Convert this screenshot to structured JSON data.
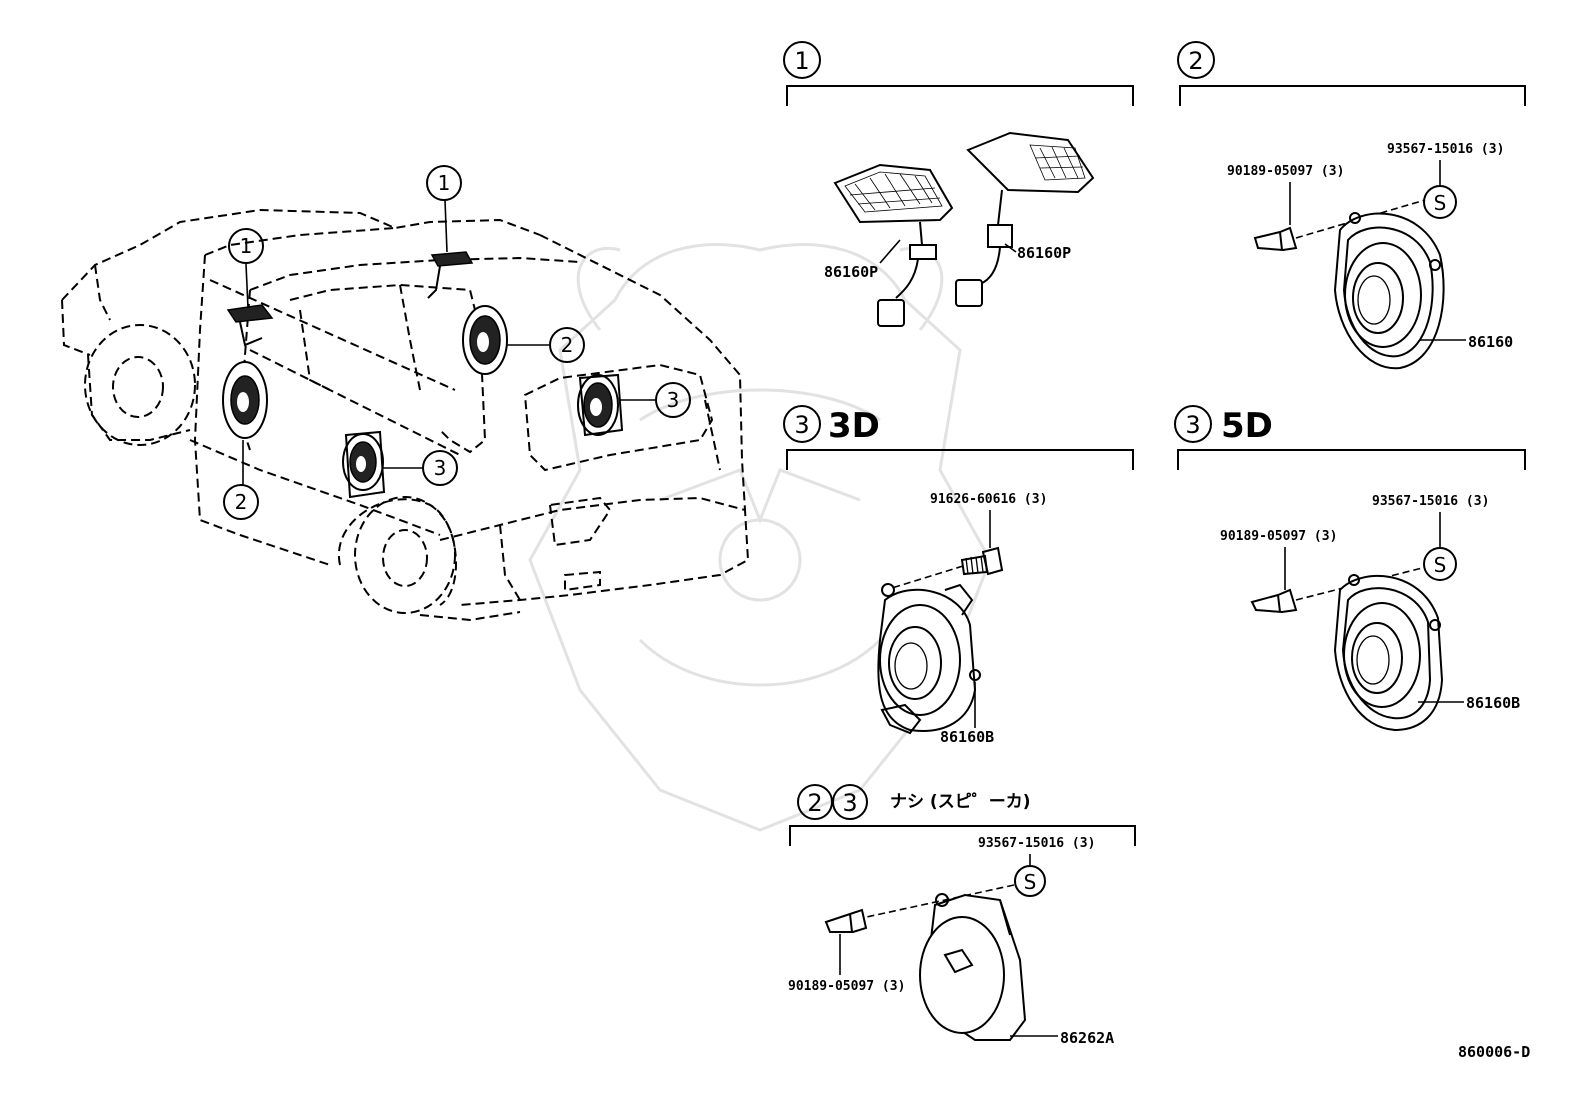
{
  "diagram_id": "860006-D",
  "sections": {
    "s1": {
      "marker": "1",
      "label": "",
      "parts": [
        "86160P",
        "86160P"
      ]
    },
    "s2": {
      "marker": "2",
      "label": "",
      "parts": [
        "90189-05097 (3)",
        "93567-15016 (3)",
        "86160"
      ]
    },
    "s3_3d": {
      "marker": "3",
      "label": "3D",
      "parts": [
        "91626-60616 (3)",
        "86160B"
      ]
    },
    "s3_5d": {
      "marker": "3",
      "label": "5D",
      "parts": [
        "90189-05097 (3)",
        "93567-15016 (3)",
        "86160B"
      ]
    },
    "s23": {
      "markers": [
        "2",
        "3"
      ],
      "label": "ナシ (スピ゜ーカ)",
      "parts": [
        "93567-15016 (3)",
        "90189-05097 (3)",
        "86262A"
      ]
    }
  },
  "vehicle_callouts": [
    "1",
    "1",
    "2",
    "2",
    "3",
    "3"
  ],
  "symbols": {
    "screw": "S"
  },
  "icons": [
    "speaker-icon",
    "tweeter-icon",
    "clip-icon",
    "screw-icon",
    "bolt-icon"
  ]
}
